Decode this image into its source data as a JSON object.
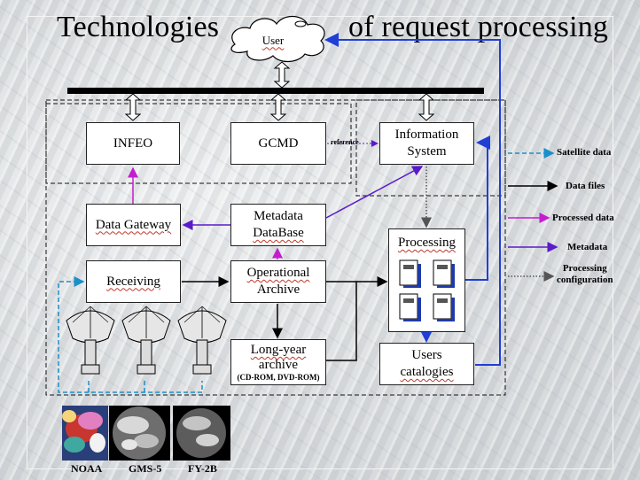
{
  "title": {
    "left": "Technologies",
    "right": "of request processing"
  },
  "nodes": {
    "user": "User",
    "infeo": "INFEO",
    "gcmd": "GCMD",
    "information_system": [
      "Information",
      "System"
    ],
    "data_gateway": "Data Gateway",
    "metadata_database": [
      "Metadata",
      "DataBase"
    ],
    "processing": "Processing",
    "receiving": "Receiving",
    "operational_archive": [
      "Operational",
      "Archive"
    ],
    "long_year_archive": [
      "Long-year",
      "archive"
    ],
    "long_year_archive_note": "(CD-ROM, DVD-ROM)",
    "users_catalogies": [
      "Users",
      "catalogies"
    ]
  },
  "edge_labels": {
    "reference": "reference"
  },
  "legend": [
    {
      "label": "Satellite data",
      "color": "#1a8fc9",
      "style": "dashed"
    },
    {
      "label": "Data files",
      "color": "#000000",
      "style": "solid"
    },
    {
      "label": "Processed data",
      "color": "#c21ecf",
      "style": "solid"
    },
    {
      "label": "Metadata",
      "color": "#5a1bc9",
      "style": "solid"
    },
    {
      "label": "Processing\nconfiguration",
      "color": "#555555",
      "style": "dotted"
    }
  ],
  "legend_text": {
    "satellite": "Satellite data",
    "files": "Data files",
    "processed": "Processed data",
    "metadata": "Metadata",
    "config_1": "Processing",
    "config_2": "configuration"
  },
  "satellites": [
    "NOAA",
    "GMS-5",
    "FY-2B"
  ],
  "colors": {
    "satellite_data": "#1a8fc9",
    "data_files": "#000000",
    "processed_data": "#c21ecf",
    "metadata": "#5a1bc9",
    "user_link": "#1f3fd6"
  }
}
